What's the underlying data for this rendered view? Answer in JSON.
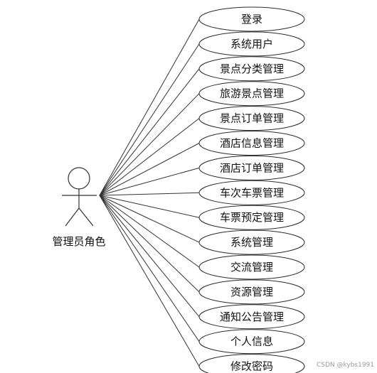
{
  "actor": {
    "label": "管理员角色"
  },
  "use_cases": [
    "登录",
    "系统用户",
    "景点分类管理",
    "旅游景点管理",
    "景点订单管理",
    "酒店信息管理",
    "酒店订单管理",
    "车次车票管理",
    "车票预定管理",
    "系统管理",
    "交流管理",
    "资源管理",
    "通知公告管理",
    "个人信息",
    "修改密码"
  ],
  "watermark": "CSDN @kybs1991"
}
